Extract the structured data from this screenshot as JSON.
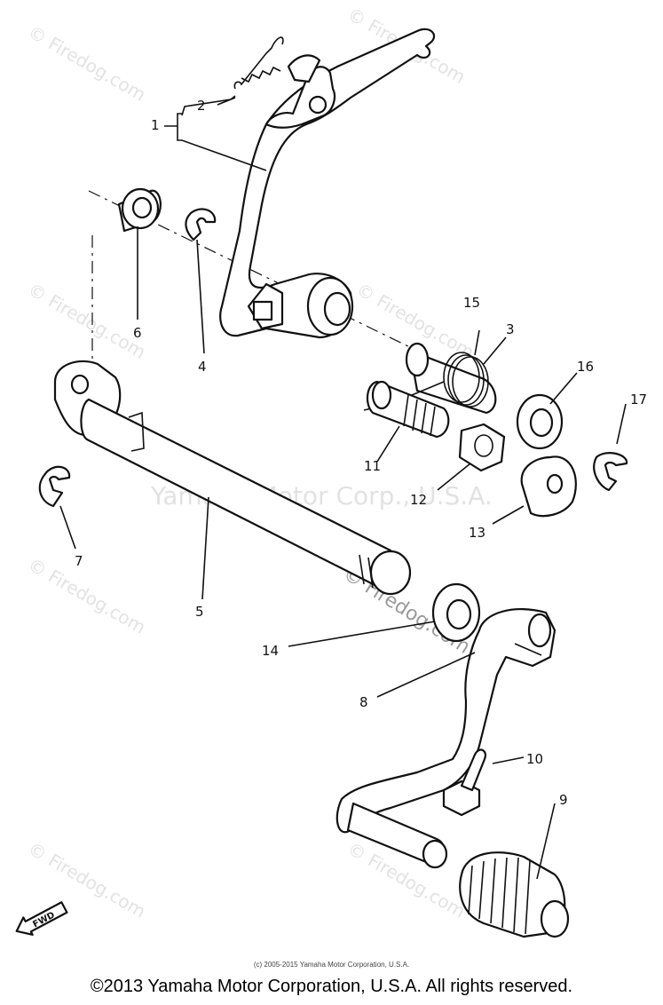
{
  "watermarks": {
    "site": "Firedog.com",
    "site_center": "© Firedog.com",
    "center_text": "Yamaha Motor Corp., U.S.A."
  },
  "callouts": [
    "1",
    "2",
    "3",
    "4",
    "5",
    "6",
    "7",
    "8",
    "9",
    "10",
    "11",
    "12",
    "13",
    "14",
    "15",
    "16",
    "17"
  ],
  "fwd_label": "FWD",
  "small_copyright": "(c) 2005-2015 Yamaha Motor Corporation, U.S.A.",
  "footer": "©2013 Yamaha Motor Corporation, U.S.A. All rights reserved."
}
